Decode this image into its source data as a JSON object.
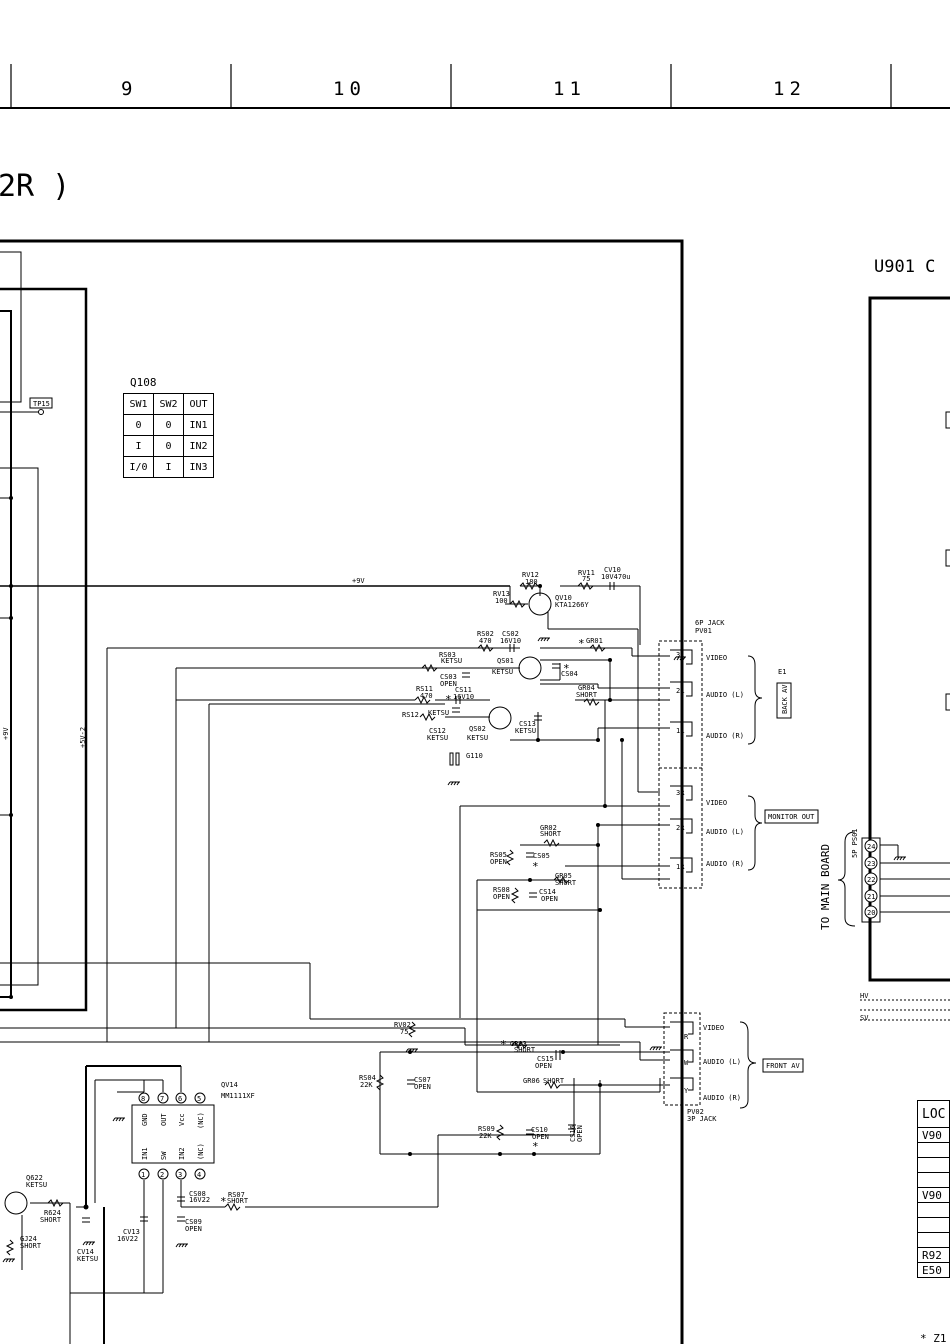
{
  "zone_numbers": [
    "9",
    "10",
    "11",
    "12"
  ],
  "title_fragment": "2R )",
  "block_title": "U901 C",
  "test_point": "TP15",
  "truth_table": {
    "title": "Q108",
    "headers": [
      "SW1",
      "SW2",
      "OUT"
    ],
    "rows": [
      [
        "0",
        "0",
        "IN1"
      ],
      [
        "I",
        "0",
        "IN2"
      ],
      [
        "I/0",
        "I",
        "IN3"
      ]
    ]
  },
  "rails": {
    "plus9v": "+9V",
    "plus9v_vert": "+9V",
    "plus5v2": "+5V-2"
  },
  "components": {
    "rv12": "RV12",
    "rv12_val": "180",
    "rv11": "RV11",
    "rv11_val": "75",
    "cv10": "CV10",
    "cv10_val": "10V470u",
    "rv13": "RV13",
    "rv13_val": "100",
    "qv10": "QV10",
    "qv10_part": "KTA1266Y",
    "rs02": "RS02",
    "rs02_val": "470",
    "cs02": "CS02",
    "cs02_val": "16V10",
    "gr01": "GR01",
    "rs03": "RS03",
    "rs03_val": "KETSU",
    "qs01": "QS01",
    "qs01_val": "KETSU",
    "cs03": "CS03",
    "cs03_val": "OPEN",
    "cs04": "CS04",
    "rs11": "RS11",
    "rs11_val": "470",
    "cs11": "CS11",
    "cs11_val": "16V10",
    "gr04": "GR04",
    "gr04_val": "SHORT",
    "rs12": "RS12",
    "rs12_val": "KETSU",
    "cs12": "CS12",
    "cs12_val": "KETSU",
    "qs02": "QS02",
    "qs02_val": "KETSU",
    "cs13": "CS13",
    "cs13_val": "KETSU",
    "g110": "G110",
    "gr02": "GR02",
    "gr02_val": "SHORT",
    "rs05": "RS05",
    "rs05_val": "OPEN",
    "cs05": "CS05",
    "gr05": "GR05",
    "gr05_val": "SHORT",
    "rs08": "RS08",
    "rs08_val": "OPEN",
    "cs14": "CS14",
    "cs14_val": "OPEN",
    "rv02": "RV02",
    "rv02_val": "75",
    "gr03": "GR03",
    "gr03_val": "SHORT",
    "cs15": "CS15",
    "cs15_val": "OPEN",
    "rs04": "RS04",
    "rs04_val": "22K",
    "cs07": "CS07",
    "cs07_val": "OPEN",
    "gr06": "GR06",
    "gr06_val": "SHORT",
    "rs09": "RS09",
    "rs09_val": "22K",
    "cs10": "CS10",
    "cs10_val": "OPEN",
    "cs16": "CS16",
    "cs16_val": "OPEN",
    "qv14": "QV14",
    "qv14_part": "MM1111XF",
    "q622": "Q622",
    "q622_val": "KETSU",
    "r624": "R624",
    "r624_val": "SHORT",
    "gj24": "GJ24",
    "gj24_val": "SHORT",
    "cs08": "CS08",
    "cs08_val": "16V22",
    "rs07": "RS07",
    "rs07_val": "SHORT",
    "cs09": "CS09",
    "cs09_val": "OPEN",
    "cv13": "CV13",
    "cv13_val": "16V22",
    "cv14": "CV14",
    "cv14_val": "KETSU"
  },
  "ic_pins_top": [
    {
      "num": "8",
      "label": "GND"
    },
    {
      "num": "7",
      "label": "OUT"
    },
    {
      "num": "6",
      "label": "Vcc"
    },
    {
      "num": "5",
      "label": "(NC)"
    }
  ],
  "ic_pins_bottom": [
    {
      "num": "1",
      "label": "IN1"
    },
    {
      "num": "2",
      "label": "SW"
    },
    {
      "num": "3",
      "label": "IN2"
    },
    {
      "num": "4",
      "label": "(NC)"
    }
  ],
  "jacks": {
    "back_jack_title": "6P JACK",
    "back_jack_ref": "PV01",
    "back_pins": [
      "3L",
      "2L",
      "1L",
      "3R",
      "2R",
      "1R"
    ],
    "e1": "E1",
    "back_av": "BACK AV",
    "monitor_out": "MONITOR OUT",
    "signals": [
      "VIDEO",
      "AUDIO (L)",
      "AUDIO (R)",
      "VIDEO",
      "AUDIO (L)",
      "AUDIO (R)"
    ],
    "front_signals": [
      "VIDEO",
      "AUDIO (L)",
      "AUDIO (R)"
    ],
    "front_pins": [
      "R",
      "W",
      "Y"
    ],
    "front_av": "FRONT AV",
    "front_jack_ref": "PV02",
    "front_jack_title": "3P JACK"
  },
  "connector": {
    "to_main_board": "TO MAIN BOARD",
    "ref": "5P PS01",
    "pins": [
      "24",
      "23",
      "22",
      "21",
      "20"
    ],
    "hv_labels": [
      "HV",
      "SV"
    ]
  },
  "location_table": {
    "header": "LOC",
    "rows": [
      "V90",
      "",
      "",
      "",
      "V90",
      "",
      "",
      "",
      "R92",
      "E50"
    ]
  },
  "footnote": "* Z1"
}
